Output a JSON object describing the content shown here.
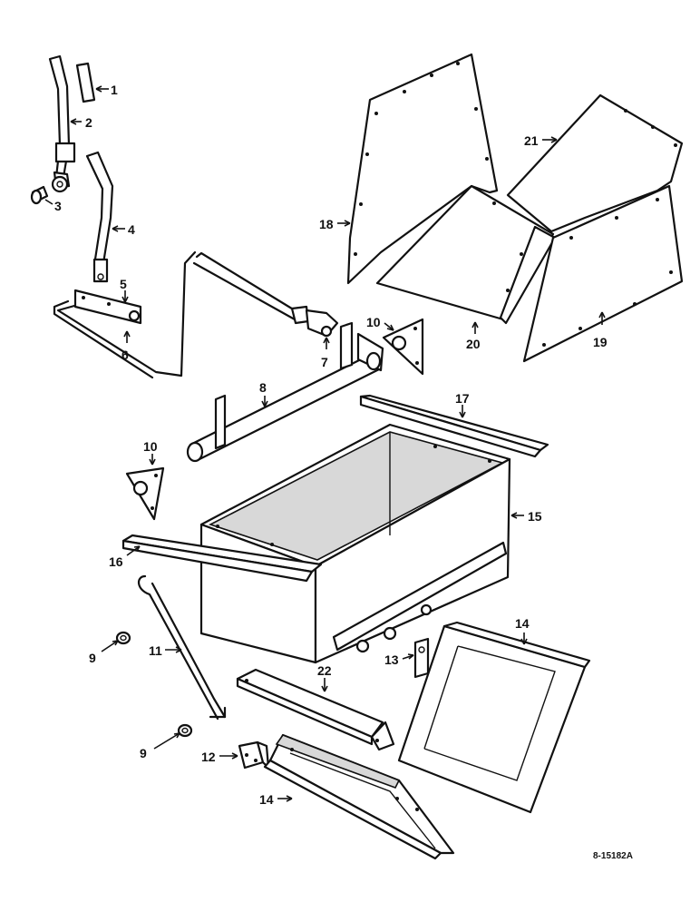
{
  "diagram": {
    "figure_code": "8-15182A",
    "callouts": [
      {
        "id": "c1",
        "text": "1"
      },
      {
        "id": "c2",
        "text": "2"
      },
      {
        "id": "c3",
        "text": "3"
      },
      {
        "id": "c4",
        "text": "4"
      },
      {
        "id": "c5",
        "text": "5"
      },
      {
        "id": "c6",
        "text": "6"
      },
      {
        "id": "c7",
        "text": "7"
      },
      {
        "id": "c8",
        "text": "8"
      },
      {
        "id": "c9a",
        "text": "9"
      },
      {
        "id": "c9b",
        "text": "9"
      },
      {
        "id": "c10a",
        "text": "10"
      },
      {
        "id": "c10b",
        "text": "10"
      },
      {
        "id": "c11",
        "text": "11"
      },
      {
        "id": "c12",
        "text": "12"
      },
      {
        "id": "c13",
        "text": "13"
      },
      {
        "id": "c14a",
        "text": "14"
      },
      {
        "id": "c14b",
        "text": "14"
      },
      {
        "id": "c15",
        "text": "15"
      },
      {
        "id": "c16",
        "text": "16"
      },
      {
        "id": "c17",
        "text": "17"
      },
      {
        "id": "c18",
        "text": "18"
      },
      {
        "id": "c19",
        "text": "19"
      },
      {
        "id": "c20",
        "text": "20"
      },
      {
        "id": "c21",
        "text": "21"
      },
      {
        "id": "c22",
        "text": "22"
      }
    ]
  }
}
